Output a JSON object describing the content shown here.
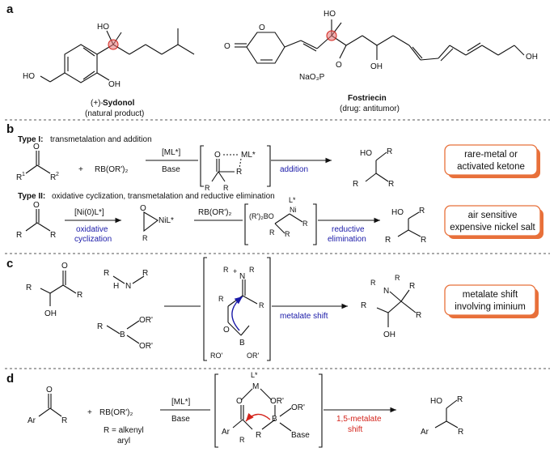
{
  "colors": {
    "text": "#111111",
    "blue_label": "#1a1aa8",
    "red_label": "#d4241c",
    "callout_border": "#e8703a",
    "callout_shadow": "#e8703a",
    "highlight_circle": "#e57373",
    "divider": "#555555"
  },
  "panels": {
    "a": "a",
    "b": "b",
    "c": "c",
    "d": "d"
  },
  "section_a": {
    "sydonol_name_prefix": "(+)-",
    "sydonol_name": "Sydonol",
    "sydonol_note": "(natural product)",
    "fostriecin_name": "Fostriecin",
    "fostriecin_note": "(drug: antitumor)",
    "sydonol_atoms": [
      "HO",
      "HO",
      "OH"
    ],
    "fostriecin_atoms": [
      "O",
      "O",
      "HO",
      "O",
      "NaO₃P",
      "OH",
      "OH"
    ]
  },
  "section_b": {
    "type1_title": "Type I:",
    "type1_desc": " transmetalation and addition",
    "type1_reagent": "RB(OR')₂",
    "type1_plus": "+",
    "type1_catalyst": "[ML*]",
    "type1_base": "Base",
    "type1_step": "addition",
    "type1_callout": [
      "rare-metal or",
      "activated ketone"
    ],
    "type2_title": "Type II:",
    "type2_desc": " oxidative cyclization, transmetalation and reductive elimination",
    "type2_catalyst": "[Ni(0)L*]",
    "type2_step1": [
      "oxidative",
      "cyclization"
    ],
    "type2_reagent": "RB(OR')₂",
    "type2_step2": [
      "reductive",
      "elimination"
    ],
    "type2_callout": [
      "air sensitive",
      "expensive nickel salt"
    ],
    "atoms": {
      "O": "O",
      "R1": "R",
      "R2": "R",
      "sup1": "1",
      "sup2": "2",
      "ML": "ML*",
      "NiL": "NiL*",
      "Lstar": "L*",
      "Ni": "Ni",
      "R": "R",
      "BO": "(R')₂BO",
      "HO": "HO"
    }
  },
  "section_c": {
    "step": "metalate shift",
    "callout": [
      "metalate shift",
      "involving iminium"
    ],
    "atoms": {
      "R1": "R",
      "R2": "R",
      "R3": "R",
      "R4": "R",
      "N": "N",
      "H": "H",
      "O": "O",
      "OH": "OH",
      "B": "B",
      "OR": "OR'",
      "RO": "RO'",
      "plus": "+"
    }
  },
  "section_d": {
    "reagent": "RB(OR')₂",
    "plus": "+",
    "catalyst": "[ML*]",
    "base": "Base",
    "r_def": [
      "R = alkenyl",
      "aryl"
    ],
    "step": [
      "1,5-metalate",
      "shift"
    ],
    "atoms": {
      "Ar": "Ar",
      "R1": "R",
      "O": "O",
      "M": "M",
      "Lstar": "L*",
      "OR": "OR'",
      "B": "B",
      "R": "R",
      "Base": "Base",
      "HO": "HO"
    }
  }
}
